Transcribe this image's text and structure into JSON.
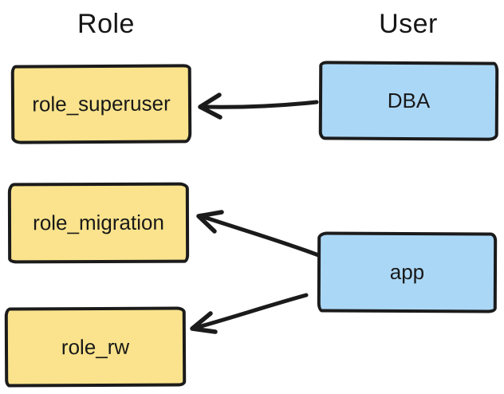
{
  "headings": [
    {
      "label": "Role"
    },
    {
      "label": "User"
    }
  ],
  "nodes": {
    "roles": [
      {
        "id": "role_superuser",
        "label": "role_superuser"
      },
      {
        "id": "role_migration",
        "label": "role_migration"
      },
      {
        "id": "role_rw",
        "label": "role_rw"
      }
    ],
    "users": [
      {
        "id": "DBA",
        "label": "DBA"
      },
      {
        "id": "app",
        "label": "app"
      }
    ]
  },
  "edges": [
    {
      "from": "DBA",
      "to": "role_superuser"
    },
    {
      "from": "app",
      "to": "role_migration"
    },
    {
      "from": "app",
      "to": "role_rw"
    }
  ],
  "colors": {
    "role_fill": "#FAE38C",
    "user_fill": "#ABD7F6",
    "stroke": "#1B1B1B",
    "background": "#FFFFFF"
  }
}
